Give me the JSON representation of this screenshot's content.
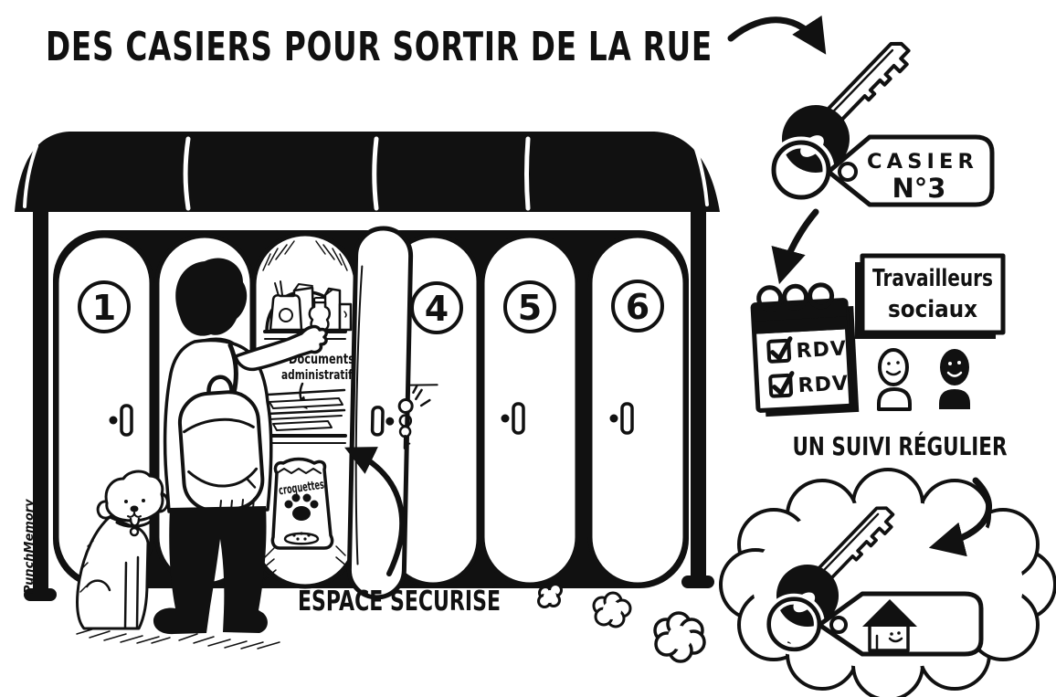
{
  "title": "DES CASIERS POUR SORTIR DE LA RUE",
  "signature": "PunchMemory",
  "colors": {
    "ink": "#111111",
    "paper": "#ffffff"
  },
  "locker_bank": {
    "door_numbers": [
      "1",
      "4",
      "5",
      "6"
    ],
    "caption": "ESPACE SÉCURISÉ",
    "open_locker": {
      "documents_label_line1": "Documents",
      "documents_label_line2": "administratifs",
      "pet_food_label": "croquettes"
    }
  },
  "key_tag": {
    "line1": "CASIER",
    "line2": "N°3"
  },
  "follow_up": {
    "sign_line1": "Travailleurs",
    "sign_line2": "sociaux",
    "caption": "UN SUIVI RÉGULIER",
    "calendar_rows": [
      {
        "label": "RDV"
      },
      {
        "label": "RDV"
      }
    ]
  }
}
